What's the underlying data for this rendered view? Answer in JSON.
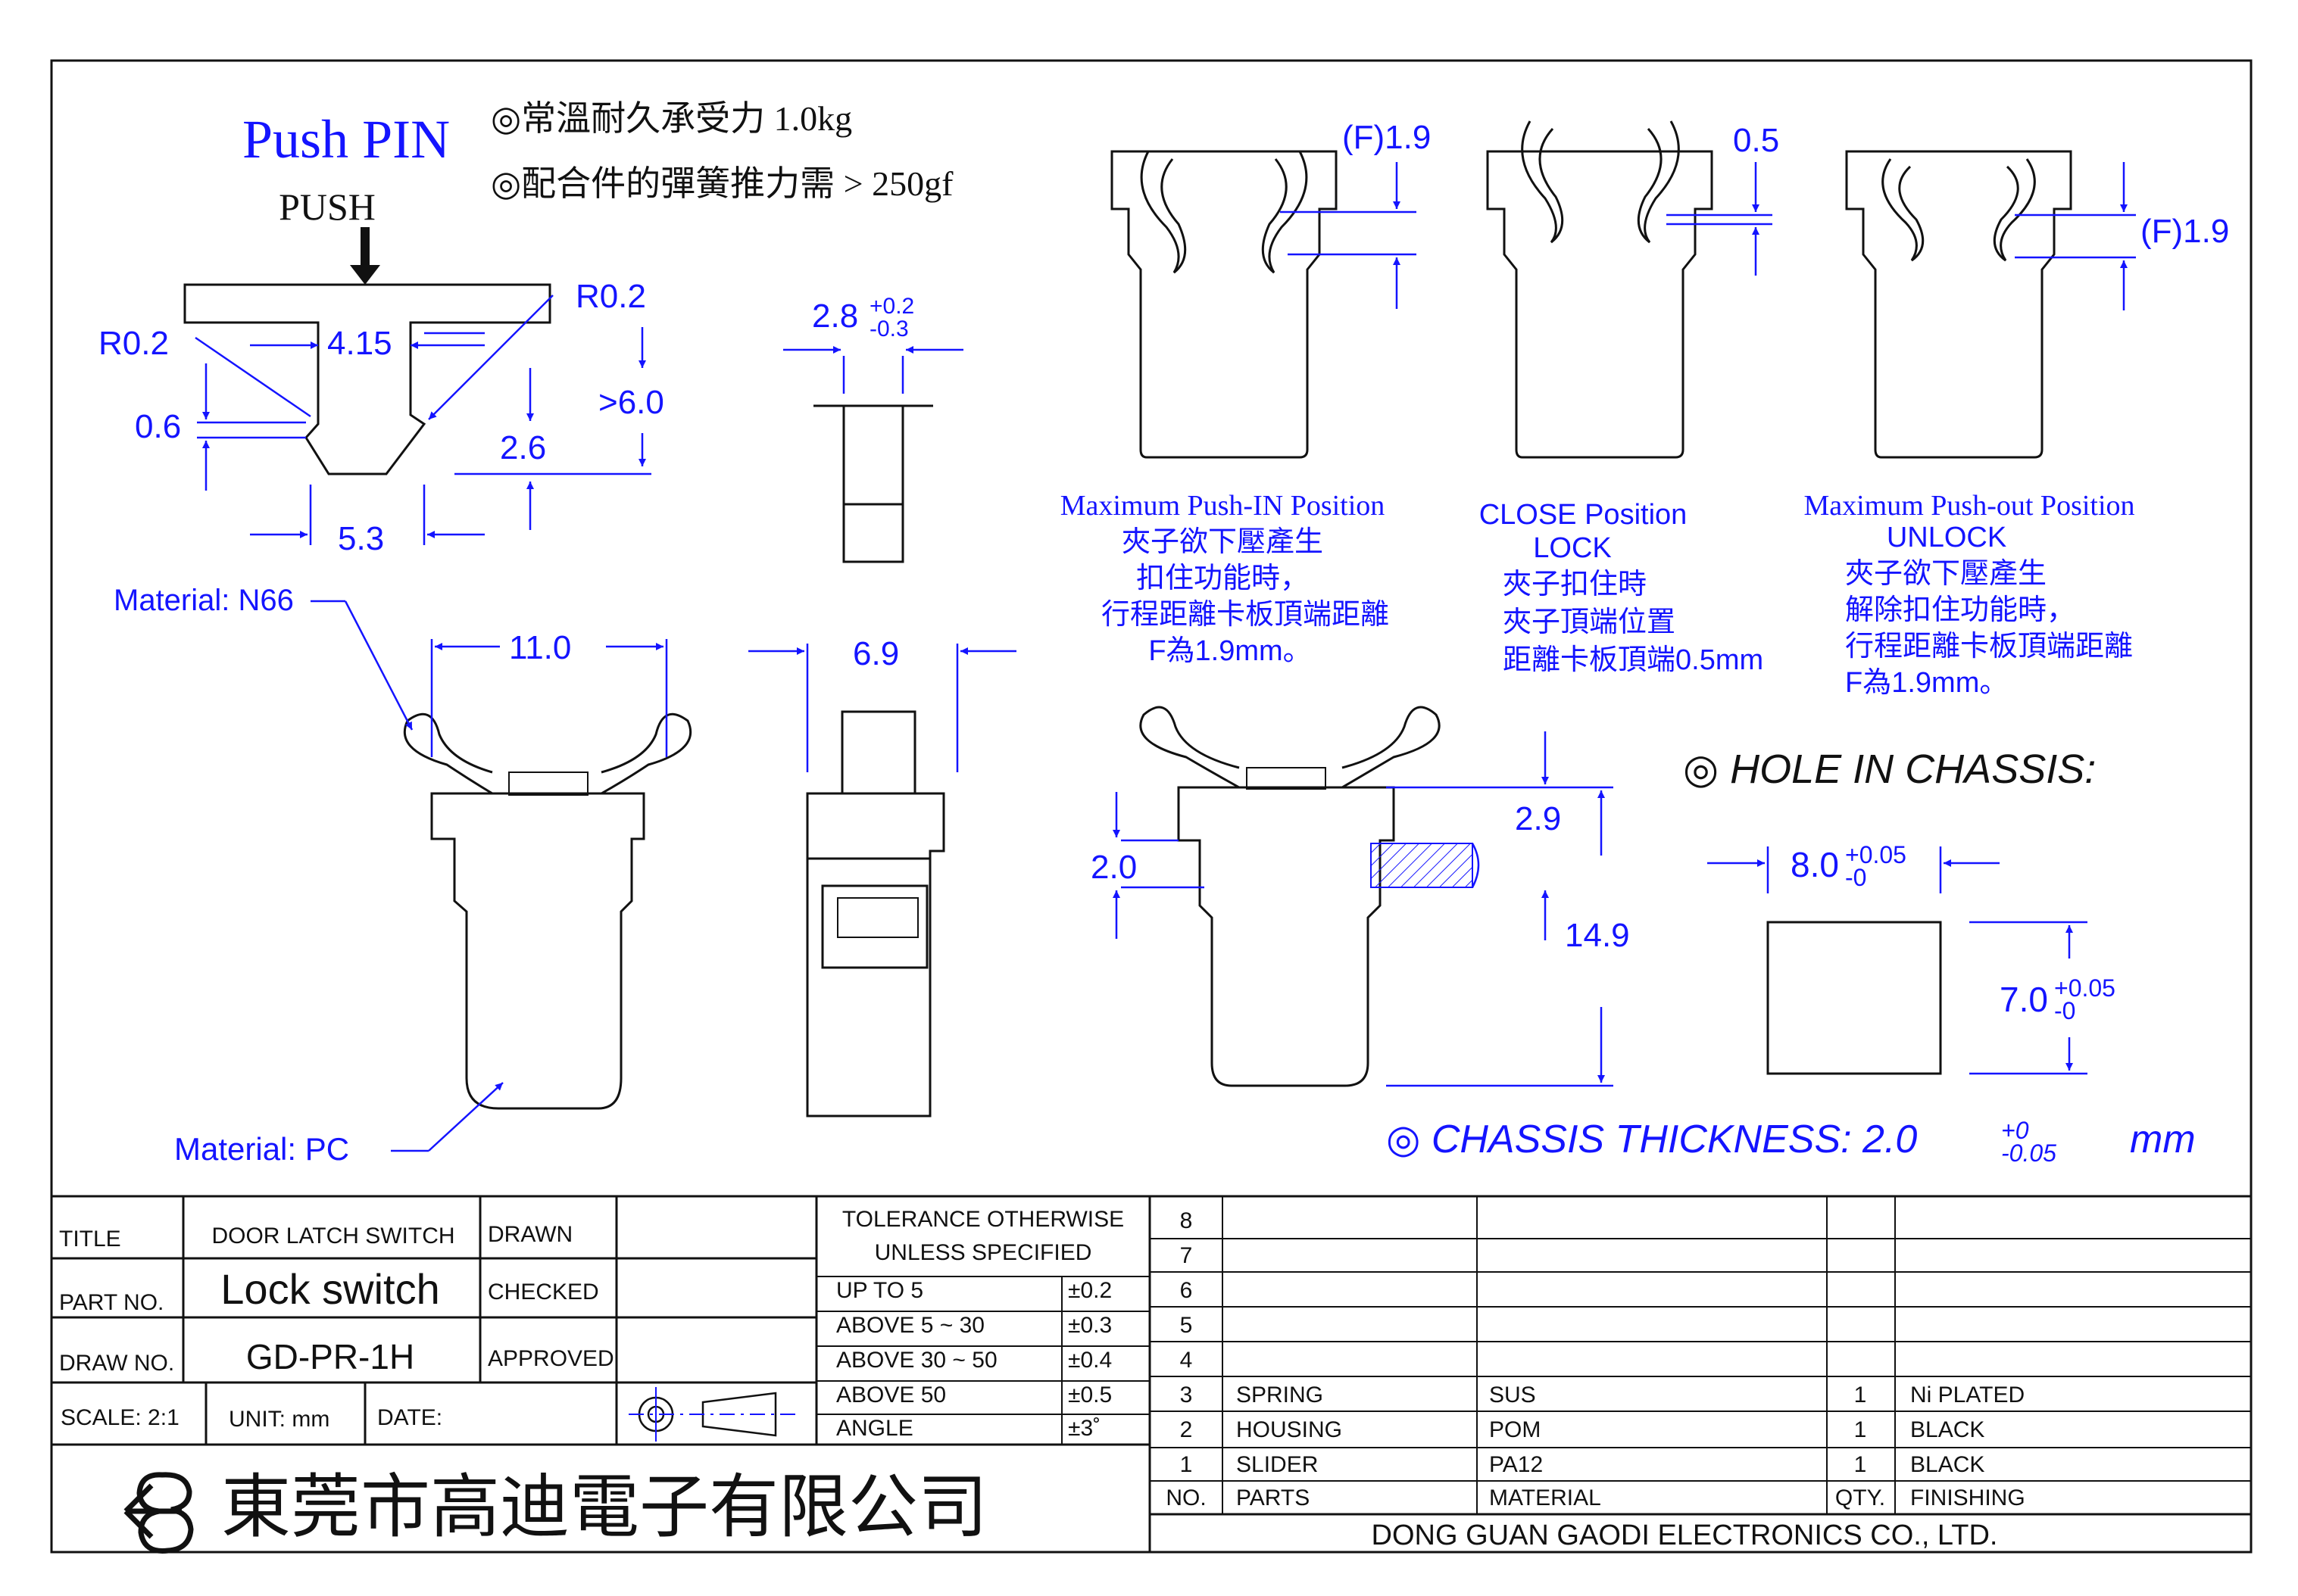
{
  "header": {
    "title": "Push PIN",
    "push_label": "PUSH",
    "notes": [
      "◎常溫耐久承受力 1.0kg",
      "◎配合件的彈簧推力需 > 250gf"
    ]
  },
  "pin_dims": {
    "r_left": "R0.2",
    "w_top": "4.15",
    "r_right": "R0.2",
    "h_total": ">6.0",
    "h_notch": "0.6",
    "h_step": "2.6",
    "w_bottom": "5.3",
    "side_w": "2.8",
    "side_tol_up": "+0.2",
    "side_tol_down": "-0.3"
  },
  "latch_dims": {
    "material_top": "Material: N66",
    "material_bottom": "Material:  PC",
    "width": "11.0",
    "side_width": "6.9",
    "mount_flange": "2.0",
    "mount_gap": "2.9",
    "mount_height": "14.9"
  },
  "positions": [
    {
      "dim": "(F)1.9",
      "title": "Maximum Push-IN Position",
      "subtitle": "",
      "lines": [
        "夾子欲下壓產生",
        "扣住功能時，",
        "行程距離卡板頂端距離",
        "F為1.9mm。"
      ]
    },
    {
      "dim": "0.5",
      "title": "CLOSE Position",
      "subtitle": "LOCK",
      "lines": [
        "夾子扣住時",
        "夾子頂端位置",
        "距離卡板頂端0.5mm"
      ]
    },
    {
      "dim": "(F)1.9",
      "title": "Maximum Push-out Position",
      "subtitle": "UNLOCK",
      "lines": [
        "夾子欲下壓產生",
        "解除扣住功能時，",
        "行程距離卡板頂端距離",
        "F為1.9mm。"
      ]
    }
  ],
  "hole": {
    "title": "◎ HOLE  IN  CHASSIS:",
    "w": "8.0",
    "w_tol_up": "+0.05",
    "w_tol_down": "-0",
    "h": "7.0",
    "h_tol_up": "+0.05",
    "h_tol_down": "-0",
    "thickness_label": "◎ CHASSIS  THICKNESS:  2.0",
    "thickness_tol_up": "+0",
    "thickness_tol_down": "-0.05",
    "thickness_unit": "mm"
  },
  "title_block": {
    "title_label": "TITLE",
    "title_value": "DOOR  LATCH  SWITCH",
    "drawn": "DRAWN",
    "checked": "CHECKED",
    "approved": "APPROVED",
    "part_label": "PART  NO.",
    "part_value": "Lock switch",
    "draw_label": "DRAW  NO.",
    "draw_value": "GD-PR-1H",
    "scale": "SCALE:  2:1",
    "unit": "UNIT:  mm",
    "date": "DATE:",
    "company_cn": "東莞市高迪電子有限公司",
    "company_en": "DONG GUAN GAODI ELECTRONICS CO., LTD."
  },
  "tolerance": {
    "header1": "TOLERANCE  OTHERWISE",
    "header2": "UNLESS  SPECIFIED",
    "rows": [
      {
        "range": "UP  TO  5",
        "tol": "±0.2"
      },
      {
        "range": "ABOVE  5 ~ 30",
        "tol": "±0.3"
      },
      {
        "range": "ABOVE  30 ~ 50",
        "tol": "±0.4"
      },
      {
        "range": "ABOVE  50",
        "tol": "±0.5"
      },
      {
        "range": "ANGLE",
        "tol": "±3˚"
      }
    ]
  },
  "bom": {
    "row_numbers": [
      "8",
      "7",
      "6",
      "5",
      "4"
    ],
    "items": [
      {
        "no": "3",
        "part": "SPRING",
        "material": "SUS",
        "qty": "1",
        "finish": "Ni  PLATED"
      },
      {
        "no": "2",
        "part": "HOUSING",
        "material": "POM",
        "qty": "1",
        "finish": "BLACK"
      },
      {
        "no": "1",
        "part": "SLIDER",
        "material": "PA12",
        "qty": "1",
        "finish": "BLACK"
      }
    ],
    "headers": {
      "no": "NO.",
      "part": "PARTS",
      "material": "MATERIAL",
      "qty": "QTY.",
      "finish": "FINISHING"
    }
  }
}
